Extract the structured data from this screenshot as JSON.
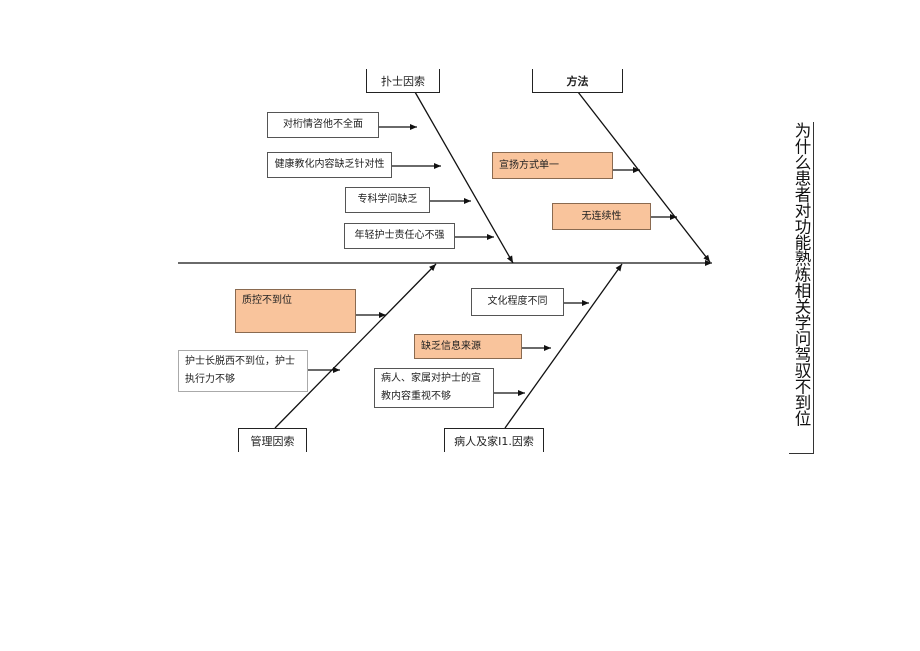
{
  "title": "为什么患者对功能熟炼相关学问驾驭不到位",
  "categories": {
    "nurse": "扑士因索",
    "method": "方法",
    "management": "管理因索",
    "patient": "病人及家I1.因索"
  },
  "causes": {
    "c1": "对桁情咨他不全面",
    "c2": "健康教化内容缺乏针对性",
    "c3": "专科学问缺乏",
    "c4": "年轻护士责任心不强",
    "c5": "宣扬方式单一",
    "c6": "无连续性",
    "c7": "质控不到位",
    "c8": "护士长脱西不到位，护士执行力不够",
    "c9": "文化程度不同",
    "c10": "缺乏信息来源",
    "c11": "病人、家属对护士的宣教内容重视不够"
  },
  "colors": {
    "highlight": "#f9c49c",
    "line": "#111111"
  }
}
